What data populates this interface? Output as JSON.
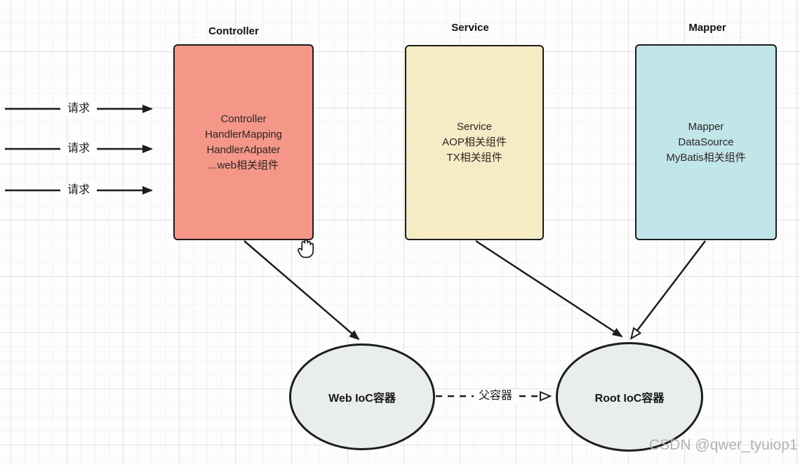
{
  "diagram": {
    "boxes": [
      {
        "id": "controller",
        "title": "Controller",
        "lines": [
          "Controller",
          "HandlerMapping",
          "HandlerAdpater",
          "...web相关组件"
        ],
        "fill": "#f49788"
      },
      {
        "id": "service",
        "title": "Service",
        "lines": [
          "Service",
          "AOP相关组件",
          "TX相关组件"
        ],
        "fill": "#f5ecc6"
      },
      {
        "id": "mapper",
        "title": "Mapper",
        "lines": [
          "Mapper",
          "DataSource",
          "MyBatis相关组件"
        ],
        "fill": "#c0e6e9"
      }
    ],
    "request_arrows": [
      {
        "label": "请求"
      },
      {
        "label": "请求"
      },
      {
        "label": "请求"
      }
    ],
    "ellipses": [
      {
        "id": "web-ioc",
        "label": "Web IoC容器"
      },
      {
        "id": "root-ioc",
        "label": "Root IoC容器"
      }
    ],
    "connectors": {
      "parent_label": "父容器"
    },
    "colors": {
      "controller_fill": "#f49788",
      "service_fill": "#f5ecc6",
      "mapper_fill": "#c0e6e9",
      "ellipse_fill": "#e9edee",
      "stroke": "#1d1d1d",
      "watermark_color": "#a7acb0"
    }
  },
  "page": {
    "watermark": "CSDN @qwer_tyuiop1"
  }
}
